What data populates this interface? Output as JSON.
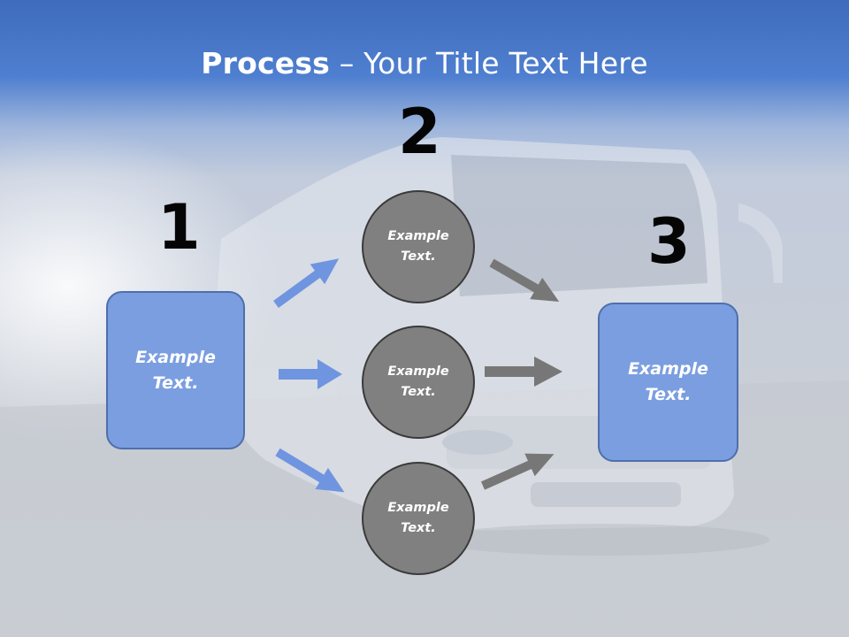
{
  "title": {
    "bold_part": "Process",
    "rest": " – Your Title Text Here"
  },
  "numbers": [
    "1",
    "2",
    "3"
  ],
  "left_box": {
    "text_line1": "Example",
    "text_line2": "Text."
  },
  "right_box": {
    "text_line1": "Example",
    "text_line2": "Text."
  },
  "circles": [
    {
      "text_line1": "Example",
      "text_line2": "Text."
    },
    {
      "text_line1": "Example",
      "text_line2": "Text."
    },
    {
      "text_line1": "Example",
      "text_line2": "Text."
    }
  ],
  "colors": {
    "header_blue": "#3e6cbf",
    "box_fill": "#7b9ee0",
    "box_border": "#4e6fad",
    "circle_fill": "#808080",
    "circle_border": "#3a3a3a",
    "arrow_blue": "#6f95e0",
    "arrow_gray": "#777777"
  }
}
